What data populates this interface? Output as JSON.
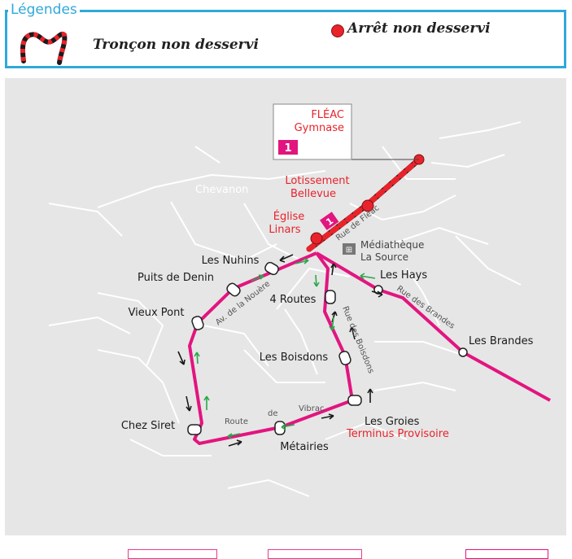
{
  "legend": {
    "title": "Légendes",
    "unserved_section": "Tronçon non desservi",
    "unserved_stop": "Arrêt non desservi"
  },
  "map": {
    "terminus_box": {
      "line1": "FLÉAC",
      "line2": "Gymnase",
      "line_badge": "1"
    },
    "line_badge": "1",
    "places": {
      "chevanon": "Chevanon",
      "lotissement_1": "Lotissement",
      "lotissement_2": "Bellevue",
      "eglise_1": "Église",
      "eglise_2": "Linars",
      "mediatheque_1": "Médiathèque",
      "mediatheque_2": "La Source",
      "les_nuhins": "Les Nuhins",
      "puits_de_denin": "Puits de Denin",
      "vieux_pont": "Vieux Pont",
      "quatre_routes": "4 Routes",
      "les_hays": "Les Hays",
      "les_boisdons": "Les Boisdons",
      "les_brandes": "Les Brandes",
      "chez_siret": "Chez Siret",
      "metairies": "Métairies",
      "les_groies": "Les Groies",
      "terminus_provisoire": "Terminus Provisoire"
    },
    "streets": {
      "rue_de_fleac": "Rue de Fléac",
      "av_de_la_nouere": "Av. de la Nouère",
      "rue_des_brandes": "Rue des Brandes",
      "rue_des_boisdons": "Rue des Boisdons",
      "route": "Route",
      "de": "de",
      "vibrac": "Vibrac"
    },
    "colors": {
      "route_magenta": "#e2157f",
      "unserved_red": "#e8232b",
      "unserved_black": "#1a1a1a",
      "legend_blue": "#2fa9d9",
      "arrow_green": "#2aa84a"
    }
  }
}
